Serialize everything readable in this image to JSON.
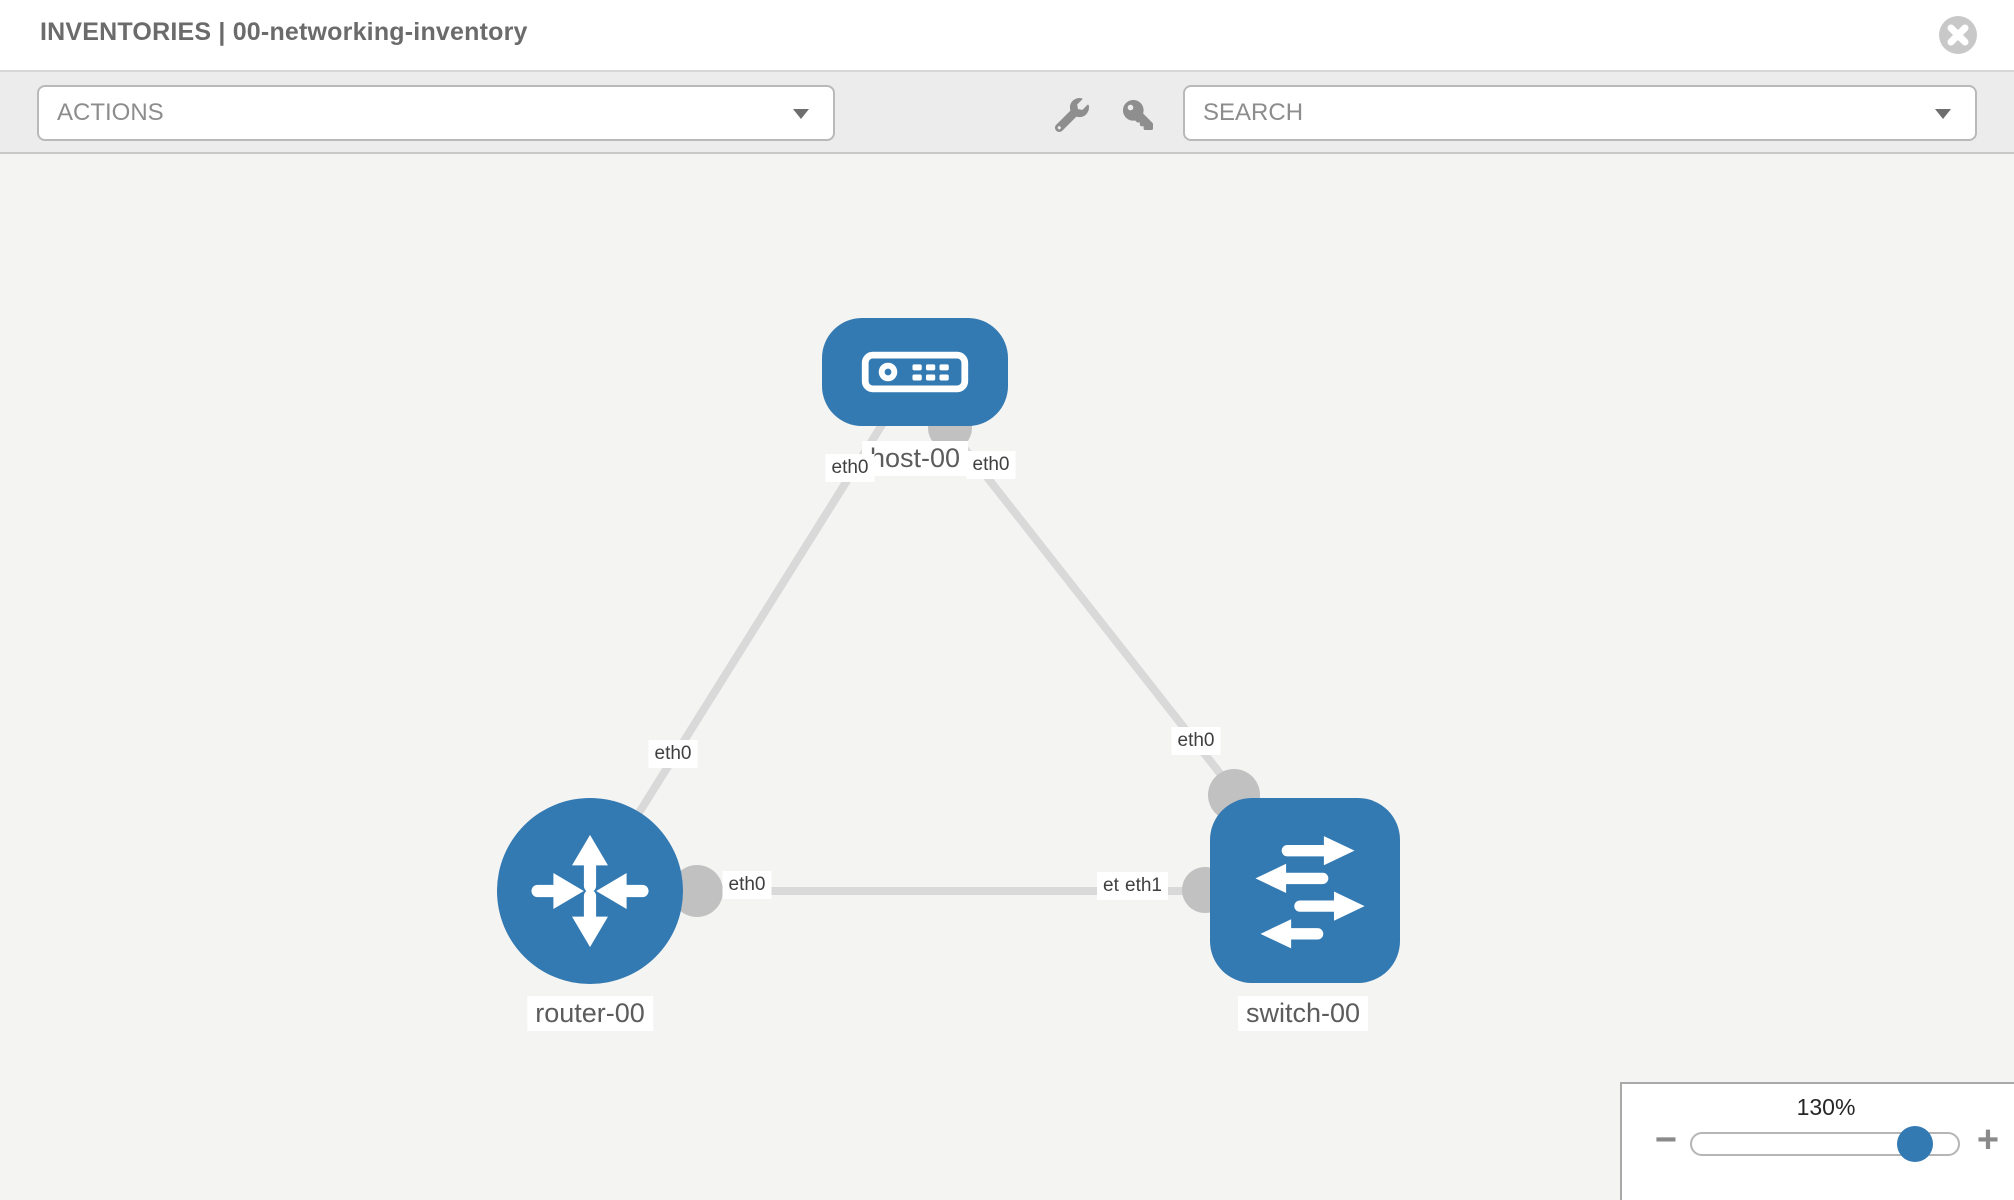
{
  "header": {
    "title": "INVENTORIES | 00-networking-inventory"
  },
  "toolbar": {
    "actions_label": "ACTIONS",
    "search_label": "SEARCH",
    "icons": [
      "wrench-icon",
      "key-icon"
    ]
  },
  "diagram": {
    "nodes": [
      {
        "label": "host-00",
        "type": "host",
        "icon": "server-icon"
      },
      {
        "label": "router-00",
        "type": "router",
        "icon": "router-arrows-icon"
      },
      {
        "label": "switch-00",
        "type": "switch",
        "icon": "switch-arrows-icon"
      }
    ],
    "links": [
      {
        "from": "router-00",
        "to": "host-00",
        "from_interface": "eth0",
        "to_interface": "eth0"
      },
      {
        "from": "host-00",
        "to": "switch-00",
        "from_interface": "eth0",
        "to_interface": "eth0"
      },
      {
        "from": "router-00",
        "to": "switch-00",
        "from_interface": "eth0",
        "to_interface": "eth1",
        "to_interface_overlapped": "eth0"
      }
    ]
  },
  "zoom_control": {
    "level": "130%",
    "minus_label": "−",
    "plus_label": "+"
  },
  "colors": {
    "node_blue": "#3379b2",
    "link_gray": "#d9d9d9",
    "interface_dot_gray": "#c1c1c1",
    "canvas_background": "#f4f4f3",
    "toolbar_background": "#ececec",
    "slider_handle_blue": "#3379b2"
  }
}
